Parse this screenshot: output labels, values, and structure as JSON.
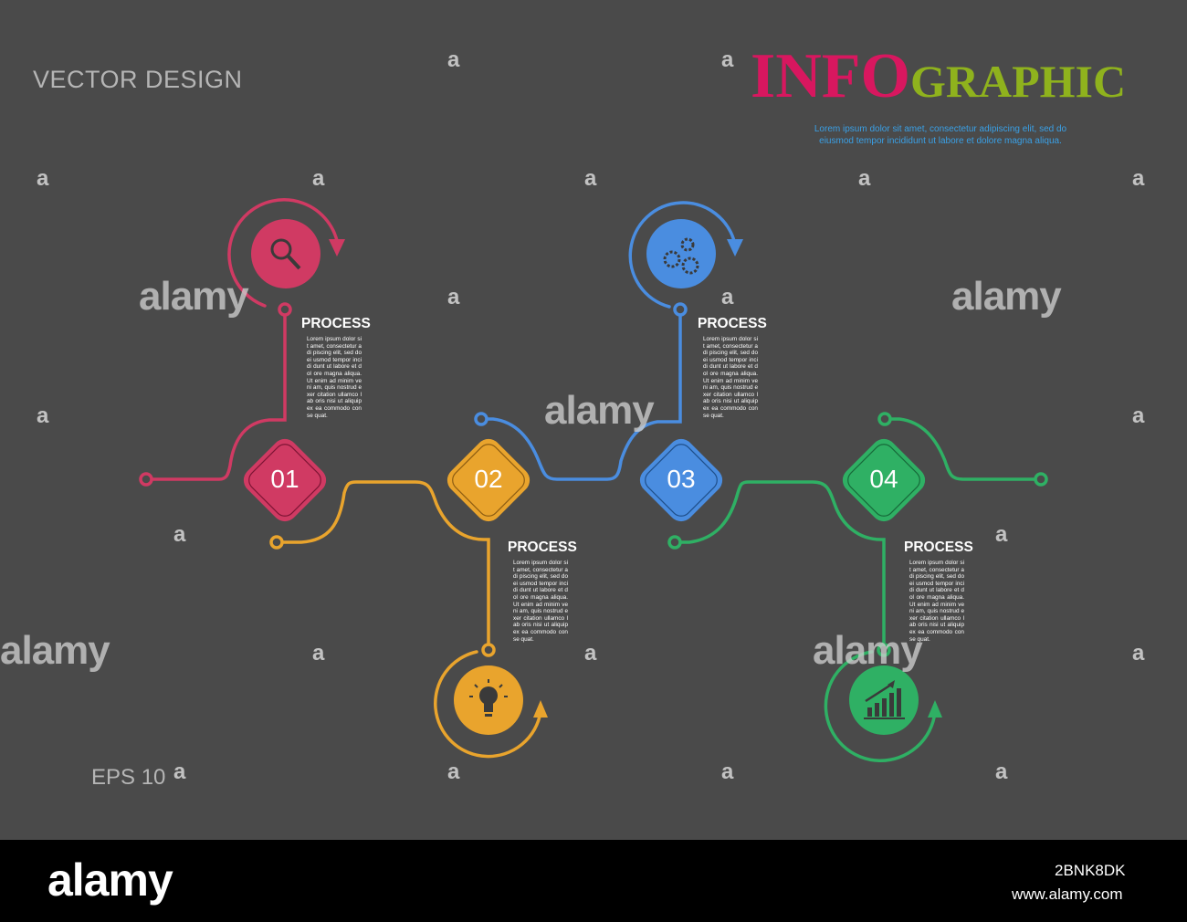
{
  "header": {
    "subtitle": "VECTOR DESIGN",
    "title_info": "INFO",
    "title_graphic": "GRAPHIC",
    "lorem": "Lorem ipsum dolor sit amet, consectetur adipiscing elit, sed do eiusmod tempor incididunt ut labore et dolore magna aliqua.",
    "version": "EPS 10"
  },
  "steps": [
    {
      "number": "01",
      "title": "PROCESS",
      "icon": "magnifier-icon",
      "color": "#d03a63",
      "body": "Lorem ipsum dolor sit amet, consectetur adi piscing elit, sed do ei usmod tempor incidi dunt ut labore et dol ore magna aliqua. Ut enim ad minim veni am, quis nostrud exer citation ullamco lab oris nisi ut aliquip ex ea commodo conse quat."
    },
    {
      "number": "02",
      "title": "PROCESS",
      "icon": "lightbulb-icon",
      "color": "#e9a42d",
      "body": "Lorem ipsum dolor sit amet, consectetur adi piscing elit, sed do ei usmod tempor incidi dunt ut labore et dol ore magna aliqua. Ut enim ad minim veni am, quis nostrud exer citation ullamco lab oris nisi ut aliquip ex ea commodo conse quat."
    },
    {
      "number": "03",
      "title": "PROCESS",
      "icon": "gears-icon",
      "color": "#4a8de0",
      "body": "Lorem ipsum dolor sit amet, consectetur adi piscing elit, sed do ei usmod tempor incidi dunt ut labore et dol ore magna aliqua. Ut enim ad minim veni am, quis nostrud exer citation ullamco lab oris nisi ut aliquip ex ea commodo conse quat."
    },
    {
      "number": "04",
      "title": "PROCESS",
      "icon": "growth-chart-icon",
      "color": "#2fb064",
      "body": "Lorem ipsum dolor sit amet, consectetur adi piscing elit, sed do ei usmod tempor incidi dunt ut labore et dol ore magna aliqua. Ut enim ad minim veni am, quis nostrud exer citation ullamco lab oris nisi ut aliquip ex ea commodo conse quat."
    }
  ],
  "watermark": {
    "brand": "alamy",
    "mark": "a",
    "image_id": "2BNK8DK",
    "url": "www.alamy.com"
  }
}
